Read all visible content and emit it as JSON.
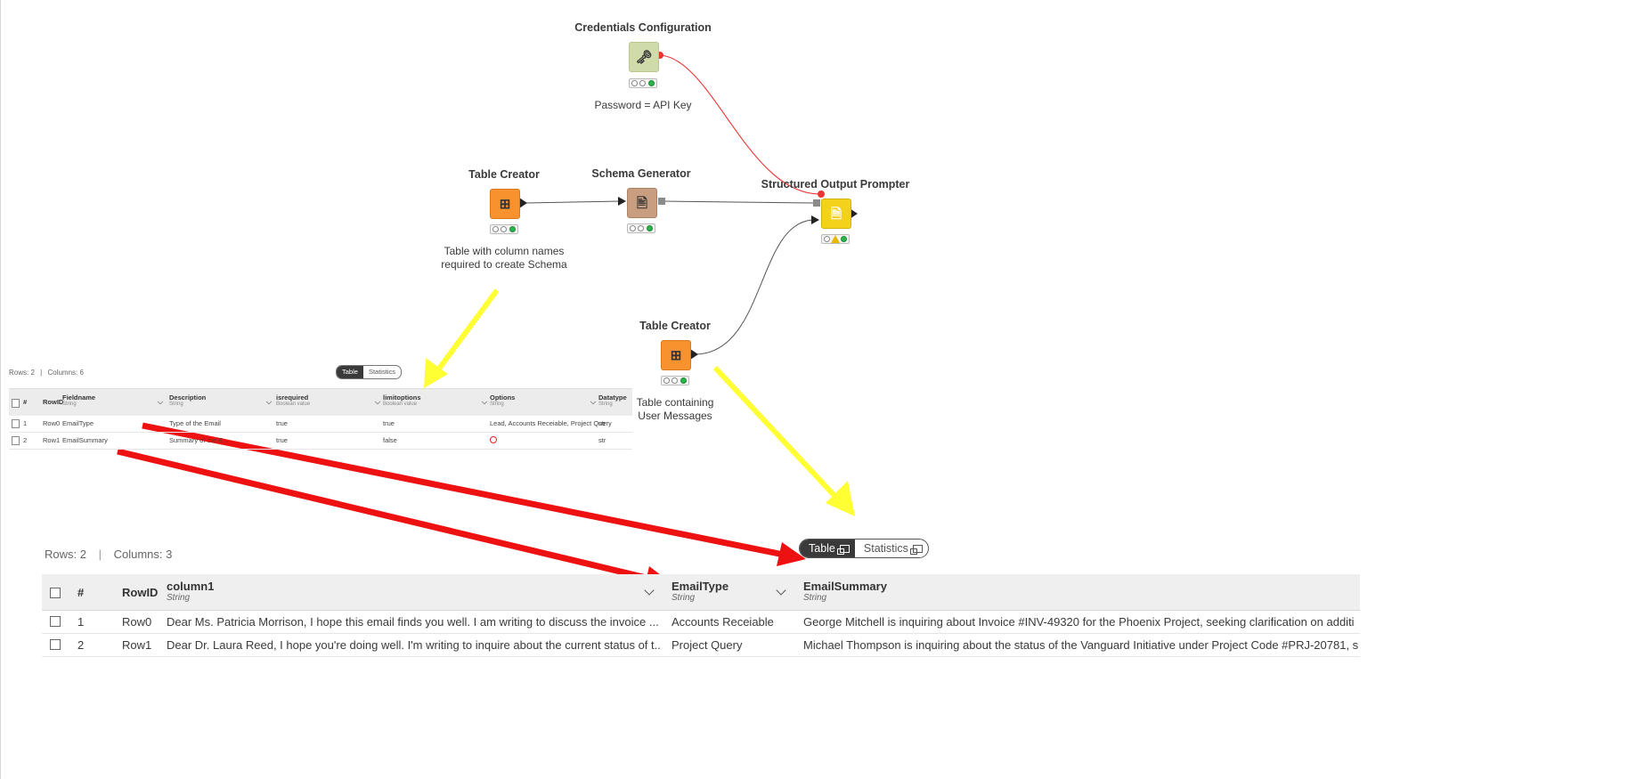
{
  "workflow": {
    "nodes": {
      "credentials": {
        "title": "Credentials Configuration",
        "label": "Password = API Key",
        "icon": "credentials-icon",
        "color": "#cfdcaa"
      },
      "table_creator_1": {
        "title": "Table Creator",
        "label_line1": "Table with column names",
        "label_line2": "required to create Schema",
        "icon": "table-create-icon",
        "color": "#f7922e"
      },
      "schema_generator": {
        "title": "Schema Generator",
        "icon": "document-icon",
        "color": "#c89e80"
      },
      "structured_output_prompter": {
        "title": "Structured Output Prompter",
        "icon": "prompt-icon",
        "color": "#f3d21c",
        "status": "warning"
      },
      "table_creator_2": {
        "title": "Table Creator",
        "label_line1": "Table containing",
        "label_line2": "User Messages",
        "icon": "table-create-icon",
        "color": "#f7922e"
      }
    },
    "annotation_colors": {
      "yellow": "#ffff33",
      "red": "#ee1111"
    }
  },
  "small_table": {
    "rows_label": "Rows: 2",
    "cols_label": "Columns: 6",
    "toggle": {
      "table": "Table",
      "statistics": "Statistics"
    },
    "headers": {
      "num": "#",
      "rowid": "RowID",
      "fieldname": "Fieldname",
      "fieldname_type": "String",
      "description": "Description",
      "description_type": "String",
      "isrequired": "isrequired",
      "isrequired_type": "Boolean value",
      "limitoptions": "limitoptions",
      "limitoptions_type": "Boolean value",
      "options": "Options",
      "options_type": "String",
      "datatype": "Datatype",
      "datatype_type": "String"
    },
    "rows": [
      {
        "num": "1",
        "rowid": "Row0",
        "fieldname": "EmailType",
        "description": "Type of the Email",
        "isrequired": "true",
        "limitoptions": "true",
        "options": "Lead, Accounts Receiable, Project Query",
        "datatype": "str"
      },
      {
        "num": "2",
        "rowid": "Row1",
        "fieldname": "EmailSummary",
        "description": "Summary of the E...",
        "isrequired": "true",
        "limitoptions": "false",
        "options": "",
        "datatype": "str"
      }
    ]
  },
  "large_table": {
    "rows_label": "Rows: 2",
    "sep": "|",
    "cols_label": "Columns: 3",
    "toggle": {
      "table": "Table",
      "statistics": "Statistics"
    },
    "headers": {
      "num": "#",
      "rowid": "RowID",
      "column1": "column1",
      "column1_type": "String",
      "emailtype": "EmailType",
      "emailtype_type": "String",
      "emailsummary": "EmailSummary",
      "emailsummary_type": "String"
    },
    "rows": [
      {
        "num": "1",
        "rowid": "Row0",
        "column1": "Dear Ms. Patricia Morrison, I hope this email finds you well. I am writing to discuss the invoice ...",
        "emailtype": "Accounts Receiable",
        "emailsummary": "George Mitchell is inquiring about Invoice #INV-49320 for the Phoenix Project, seeking clarification on additi"
      },
      {
        "num": "2",
        "rowid": "Row1",
        "column1": "Dear Dr. Laura Reed, I hope you're doing well. I'm writing to inquire about the current status of t...",
        "emailtype": "Project Query",
        "emailsummary": "Michael Thompson is inquiring about the status of the Vanguard Initiative under Project Code #PRJ-20781, s"
      }
    ]
  }
}
